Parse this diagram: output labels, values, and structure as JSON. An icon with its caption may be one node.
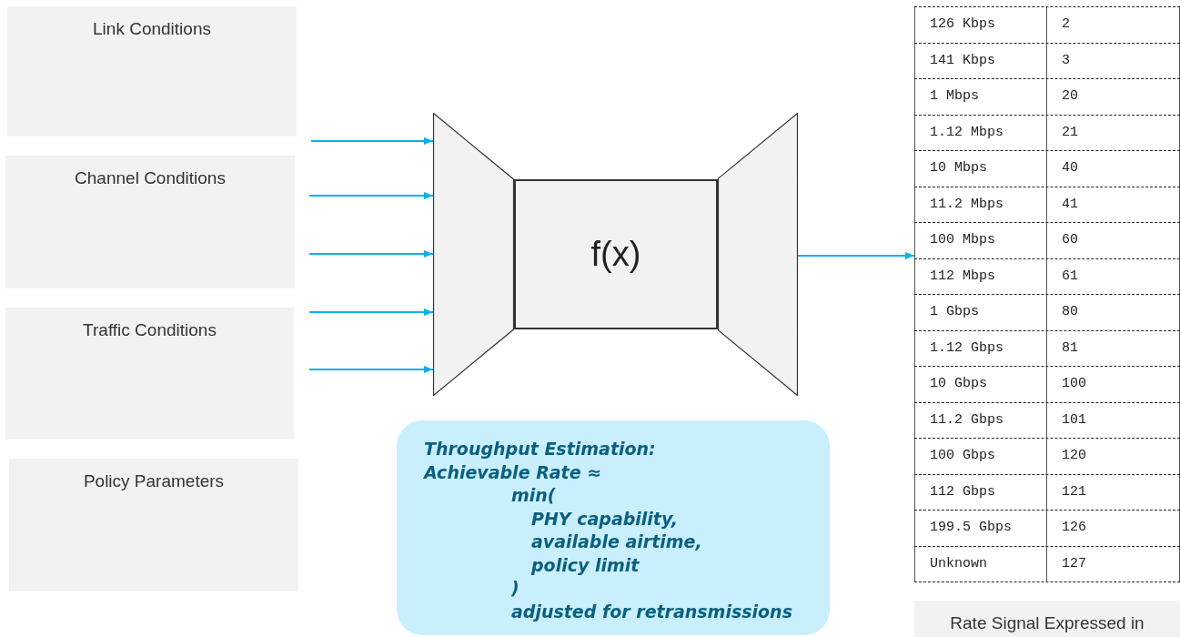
{
  "diagram": {
    "nodes": [
      {
        "text": [
          "Link Conditions"
        ]
      },
      {
        "text": [
          "Channel Conditions"
        ]
      },
      {
        "text": [
          "Traffic Conditions"
        ]
      },
      {
        "text": [
          "Policy Parameters"
        ]
      },
      {
        "text": [],
        "shape": "trapezoid"
      },
      {
        "text": [
          "f(x)"
        ]
      },
      {
        "text": [],
        "shape": "trapezoid"
      },
      {
        "text": [
          "126 Kbps",
          "2",
          "141 Kbps",
          "3",
          "1 Mbps",
          "20",
          "1.12 Mbps",
          "21",
          "10 Mbps",
          "40",
          "11.2 Mbps",
          "41",
          "100 Mbps",
          "60",
          "112 Mbps",
          "61",
          "1 Gbps",
          "80",
          "1.12 Gbps",
          "81",
          "10 Gbps",
          "100",
          "11.2 Gbps",
          "101",
          "100 Gbps",
          "120",
          "112 Gbps",
          "121",
          "199.5 Gbps",
          "126",
          "Unknown",
          "127"
        ]
      },
      {
        "text": [
          "Throughput Estimation:",
          "Achievable Rate ≈",
          "min(",
          "PHY capability,",
          "available airtime,",
          "policy limit",
          ")",
          "adjusted for retransmissions"
        ]
      },
      {
        "text": [
          "Rate Signal Expressed in"
        ]
      }
    ],
    "edges": [
      {
        "from": null,
        "to": 4,
        "arrow": "to"
      },
      {
        "from": null,
        "to": 4,
        "arrow": "to"
      },
      {
        "from": null,
        "to": 4,
        "arrow": "to"
      },
      {
        "from": null,
        "to": 4,
        "arrow": "to"
      },
      {
        "from": null,
        "to": 4,
        "arrow": "to"
      },
      {
        "from": 6,
        "to": 7,
        "arrow": "to"
      }
    ]
  }
}
